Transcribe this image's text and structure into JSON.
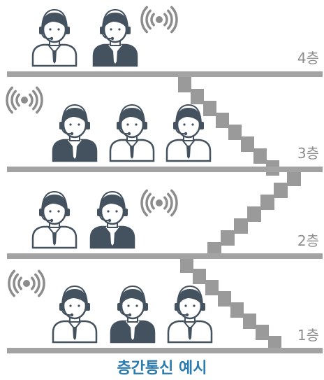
{
  "caption": "층간통신 예시",
  "colors": {
    "floor": "#a3a3a3",
    "stair": "#9a9a9a",
    "person_dark": "#44525f",
    "person_light": "#ffffff",
    "signal": "#8c8c8c",
    "caption": "#2a7bb0",
    "label": "#8e8e8e"
  },
  "floors": [
    {
      "label": "4층",
      "people": [
        {
          "shirt": "light"
        },
        {
          "shirt": "dark"
        }
      ],
      "signal_icon": "wireless-signal-icon"
    },
    {
      "label": "3층",
      "people": [
        {
          "shirt": "dark"
        },
        {
          "shirt": "light"
        },
        {
          "shirt": "light"
        }
      ],
      "signal_icon": "wireless-signal-icon"
    },
    {
      "label": "2층",
      "people": [
        {
          "shirt": "light"
        },
        {
          "shirt": "dark"
        }
      ],
      "signal_icon": "wireless-signal-icon"
    },
    {
      "label": "1층",
      "people": [
        {
          "shirt": "light"
        },
        {
          "shirt": "dark"
        },
        {
          "shirt": "light"
        }
      ],
      "signal_icon": "wireless-signal-icon"
    }
  ]
}
